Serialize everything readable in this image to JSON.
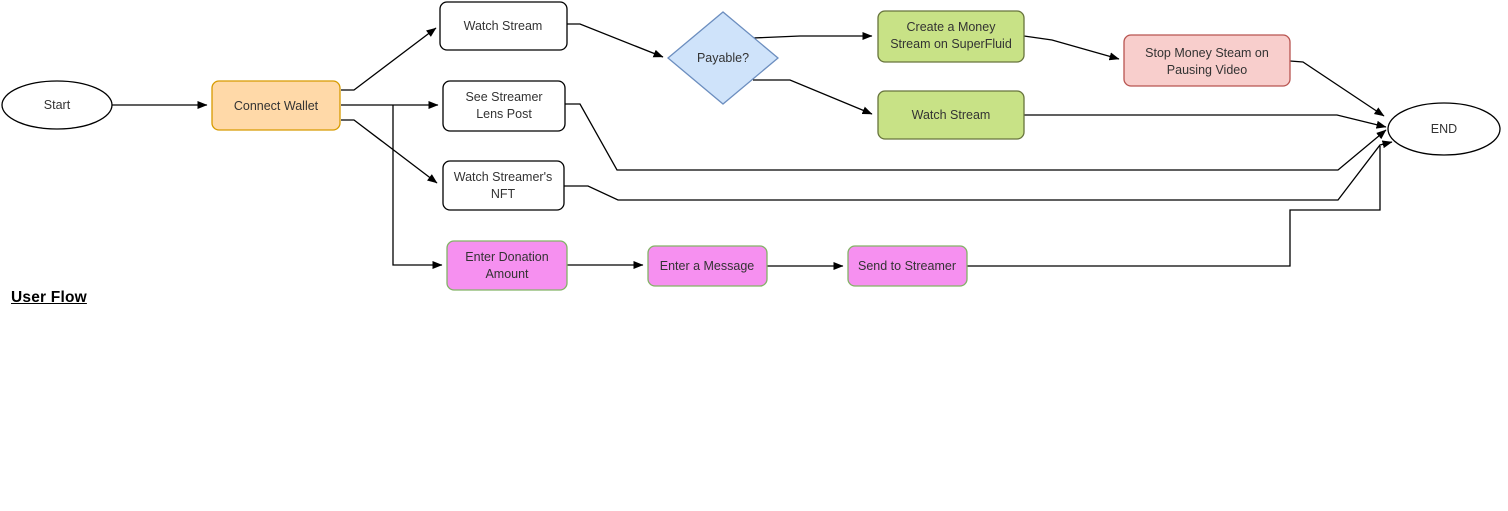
{
  "title": "User Flow",
  "colors": {
    "wallet_fill": "#ffd9a8",
    "wallet_stroke": "#d79b00",
    "decision_fill": "#cfe3fa",
    "decision_stroke": "#6c8ebf",
    "green_fill": "#c8e286",
    "green_stroke": "#67743c",
    "red_fill": "#f8cecc",
    "red_stroke": "#b85450",
    "pink_fill": "#f690f0",
    "pink_stroke": "#82b366",
    "plain_fill": "#ffffff",
    "plain_stroke": "#000000",
    "edge_stroke": "#000000"
  },
  "nodes": {
    "start": {
      "label": "Start",
      "type": "ellipse"
    },
    "connect_wallet": {
      "label": "Connect Wallet",
      "type": "rounded-rect"
    },
    "watch_stream_top": {
      "label": "Watch Stream",
      "type": "rounded-rect"
    },
    "see_streamer_lens_post": {
      "line1": "See Streamer",
      "line2": "Lens Post",
      "type": "rounded-rect"
    },
    "watch_streamers_nft": {
      "line1": "Watch Streamer's",
      "line2": "NFT",
      "type": "rounded-rect"
    },
    "payable": {
      "label": "Payable?",
      "type": "diamond"
    },
    "create_money_stream": {
      "line1": "Create a Money",
      "line2": "Stream on SuperFluid",
      "type": "rounded-rect"
    },
    "stop_money_steam": {
      "line1": "Stop Money Steam on",
      "line2": "Pausing Video",
      "type": "rounded-rect"
    },
    "watch_stream_green": {
      "label": "Watch Stream",
      "type": "rounded-rect"
    },
    "end": {
      "label": "END",
      "type": "ellipse"
    },
    "enter_donation_amount": {
      "line1": "Enter Donation",
      "line2": "Amount",
      "type": "rounded-rect"
    },
    "enter_a_message": {
      "label": "Enter a Message",
      "type": "rounded-rect"
    },
    "send_to_streamer": {
      "label": "Send to Streamer",
      "type": "rounded-rect"
    }
  },
  "edges": [
    "start -> connect_wallet",
    "connect_wallet -> watch_stream_top",
    "connect_wallet -> see_streamer_lens_post",
    "connect_wallet -> watch_streamers_nft",
    "connect_wallet -> enter_donation_amount",
    "watch_stream_top -> payable",
    "payable -> create_money_stream",
    "payable -> watch_stream_green",
    "create_money_stream -> stop_money_steam",
    "stop_money_steam -> end",
    "watch_stream_green -> end",
    "see_streamer_lens_post -> end",
    "watch_streamers_nft -> end",
    "enter_donation_amount -> enter_a_message",
    "enter_a_message -> send_to_streamer",
    "send_to_streamer -> end"
  ]
}
